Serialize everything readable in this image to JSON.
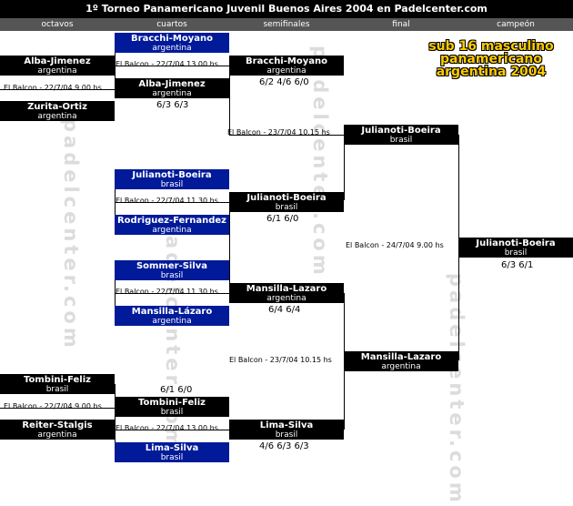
{
  "title": "1º Torneo Panamericano Juvenil Buenos Aires 2004 en Padelcenter.com",
  "rounds": [
    "octavos",
    "cuartos",
    "semifinales",
    "final",
    "campeón"
  ],
  "headline": [
    "sub 16 masculino",
    "panamericano",
    "argentina 2004"
  ],
  "watermark": "padelcenter.com",
  "boxes": [
    {
      "pair": "Bracchi-Moyano",
      "country": "argentina"
    },
    {
      "pair": "Alba-Jimenez",
      "country": "argentina"
    },
    {
      "pair": "Bracchi-Moyano",
      "country": "argentina"
    },
    {
      "pair": "Alba-Jimenez",
      "country": "argentina"
    },
    {
      "pair": "Zurita-Ortiz",
      "country": "argentina"
    },
    {
      "pair": "Julianoti-Boeira",
      "country": "brasil"
    },
    {
      "pair": "Julianoti-Boeira",
      "country": "brasil"
    },
    {
      "pair": "Julianoti-Boeira",
      "country": "brasil"
    },
    {
      "pair": "Rodriguez-Fernandez",
      "country": "argentina"
    },
    {
      "pair": "Julianoti-Boeira",
      "country": "brasil"
    },
    {
      "pair": "Sommer-Silva",
      "country": "brasil"
    },
    {
      "pair": "Mansilla-Lazaro",
      "country": "argentina"
    },
    {
      "pair": "Mansilla-Lázaro",
      "country": "argentina"
    },
    {
      "pair": "Mansilla-Lazaro",
      "country": "argentina"
    },
    {
      "pair": "Tombini-Feliz",
      "country": "brasil"
    },
    {
      "pair": "Tombini-Feliz",
      "country": "brasil"
    },
    {
      "pair": "Reiter-Stalgis",
      "country": "argentina"
    },
    {
      "pair": "Lima-Silva",
      "country": "brasil"
    },
    {
      "pair": "Lima-Silva",
      "country": "brasil"
    }
  ],
  "infos": [
    "El Balcon - 22/7/04 13.00 hs",
    "El Balcon - 22/7/04 9.00 hs",
    "El Balcon - 23/7/04 10.15 hs",
    "El Balcon - 22/7/04 11.30 hs",
    "El Balcon - 24/7/04 9.00 hs",
    "El Balcon - 22/7/04 11.30 hs",
    "El Balcon - 23/7/04 10.15 hs",
    "El Balcon - 22/7/04 9.00 hs",
    "El Balcon - 22/7/04 13.00 hs"
  ],
  "scores": [
    "6/2 4/6 6/0",
    "6/3 6/3",
    "6/1 6/0",
    "6/3 6/1",
    "6/4 6/4",
    "6/1 6/0",
    "4/6 6/3 6/3"
  ]
}
